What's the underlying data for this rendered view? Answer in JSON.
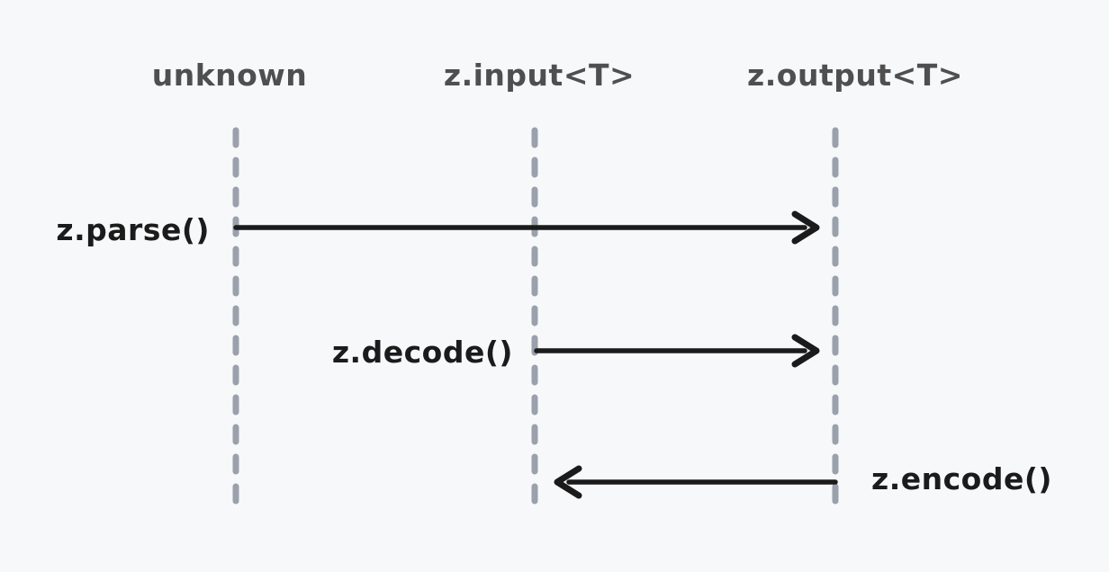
{
  "diagram": {
    "type": "sequence",
    "colors": {
      "background": "#f7f8fa",
      "lifeline": "#9aa1ac",
      "arrow": "#1b1b1b",
      "actor_label": "#4f4f4f",
      "message_label": "#1b1b1b"
    },
    "lifelines": [
      {
        "label": "unknown"
      },
      {
        "label": "z.input<T>"
      },
      {
        "label": "z.output<T>"
      }
    ],
    "messages": [
      {
        "label": "z.parse()",
        "from": "unknown",
        "to": "z.output<T>",
        "direction": "right"
      },
      {
        "label": "z.decode()",
        "from": "z.input<T>",
        "to": "z.output<T>",
        "direction": "right"
      },
      {
        "label": "z.encode()",
        "from": "z.output<T>",
        "to": "z.input<T>",
        "direction": "left"
      }
    ]
  }
}
